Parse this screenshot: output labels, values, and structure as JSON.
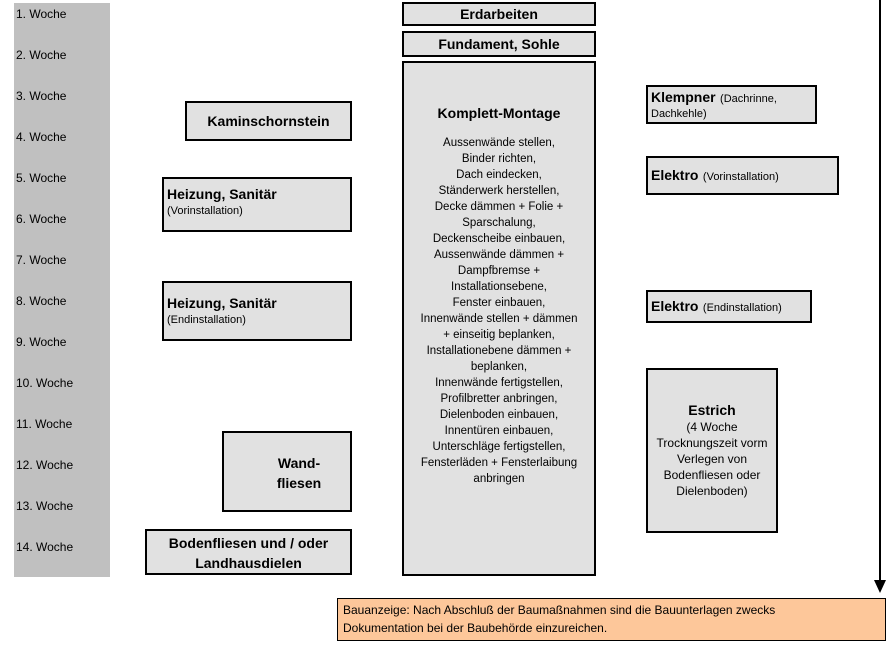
{
  "weeks": [
    "1. Woche",
    "2. Woche",
    "3. Woche",
    "4. Woche",
    "5. Woche",
    "6. Woche",
    "7. Woche",
    "8. Woche",
    "9. Woche",
    "10. Woche",
    "11. Woche",
    "12. Woche",
    "13. Woche",
    "14. Woche"
  ],
  "center": {
    "erdarbeiten": "Erdarbeiten",
    "fundament": "Fundament, Sohle",
    "montage_title": "Komplett-Montage",
    "montage_lines": [
      "Aussenwände stellen,",
      "Binder richten,",
      "Dach eindecken,",
      "Ständerwerk herstellen,",
      "Decke dämmen + Folie +",
      "Sparschalung,",
      "Deckenscheibe einbauen,",
      "Aussenwände dämmen +",
      "Dampfbremse +",
      "Installationsebene,",
      "Fenster einbauen,",
      "Innenwände stellen + dämmen",
      "+ einseitig beplanken,",
      "Installationebene dämmen +",
      "beplanken,",
      "Innenwände fertigstellen,",
      "Profilbretter anbringen,",
      "Dielenboden einbauen,",
      "Innentüren einbauen,",
      "Unterschläge fertigstellen,",
      "Fensterläden + Fensterlaibung",
      "anbringen"
    ]
  },
  "left": {
    "kamin": "Kaminschornstein",
    "heizung1_title": "Heizung, Sanitär",
    "heizung1_sub": "(Vorinstallation)",
    "heizung2_title": "Heizung, Sanitär",
    "heizung2_sub": "(Endinstallation)",
    "wand_line1": "Wand-",
    "wand_line2": "fliesen",
    "boden_line1": "Bodenfliesen und / oder",
    "boden_line2": "Landhausdielen"
  },
  "right": {
    "klempner_title": "Klempner",
    "klempner_sub1": "(Dachrinne,",
    "klempner_sub2": "Dachkehle)",
    "elektro1_title": "Elektro",
    "elektro1_sub": "(Vorinstallation)",
    "elektro2_title": "Elektro",
    "elektro2_sub": "(Endinstallation)",
    "estrich_title": "Estrich",
    "estrich_lines": [
      "(4 Woche",
      "Trocknungszeit vorm",
      "Verlegen von",
      "Bodenfliesen oder",
      "Dielenboden)"
    ]
  },
  "note": {
    "line1": "Bauanzeige: Nach Abschluß der Baumaßnahmen sind die Bauunterlagen zwecks",
    "line2": "Dokumentation bei der Baubehörde einzureichen."
  },
  "colors": {
    "box_fill": "#e1e1e1",
    "week_column": "#c0c0c0",
    "note_fill": "#fdc79a"
  }
}
